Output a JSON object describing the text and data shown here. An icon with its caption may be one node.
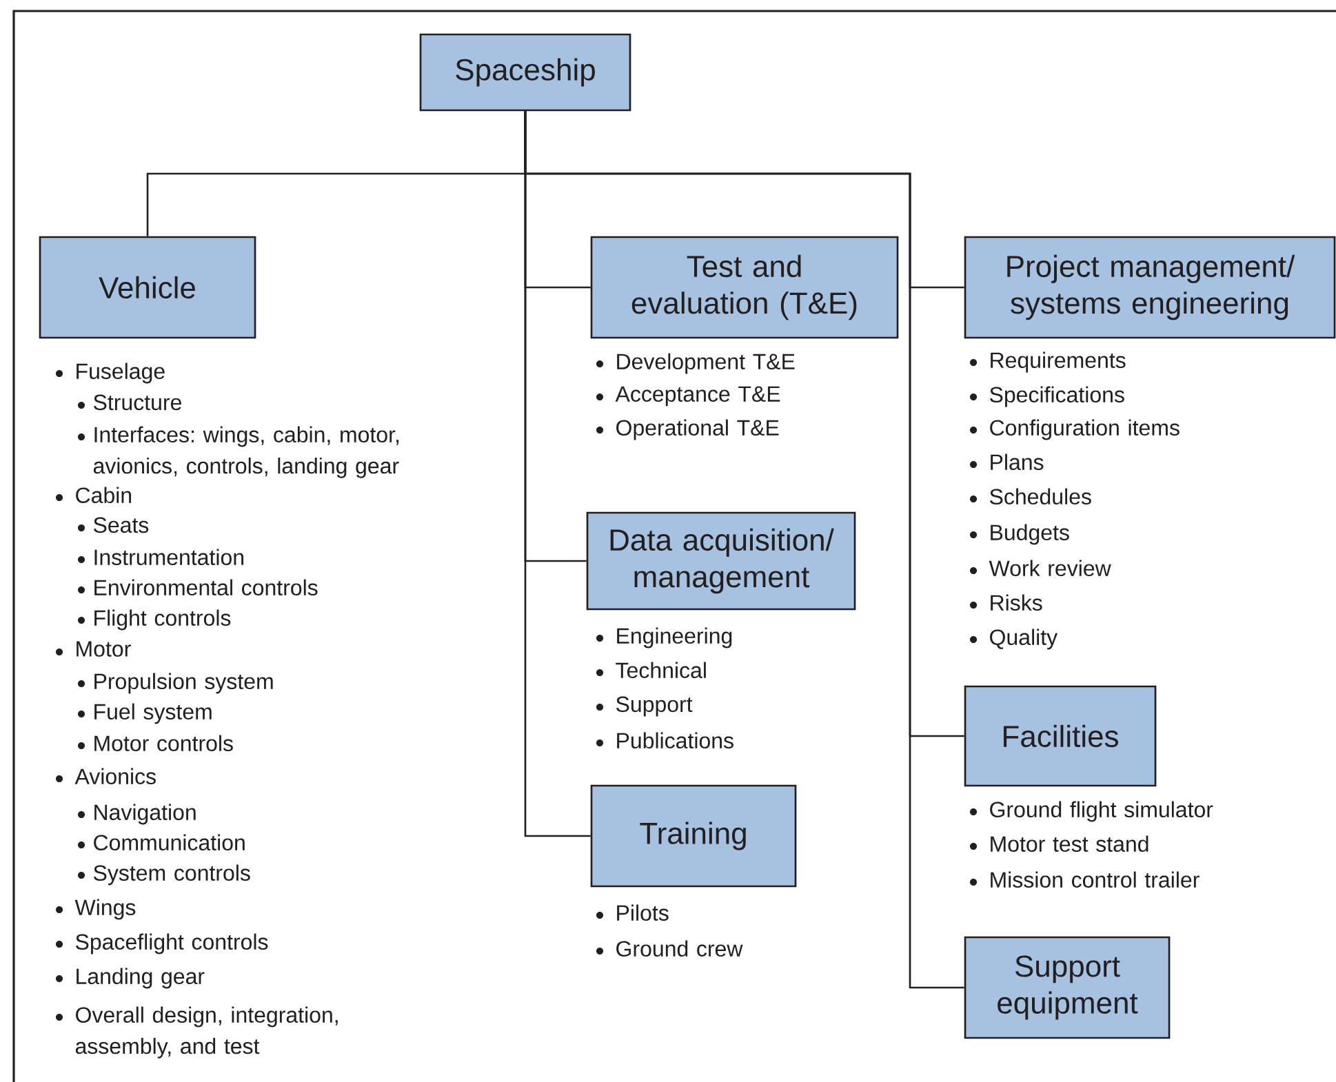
{
  "diagram": {
    "nodes": [
      {
        "text": [
          "Spaceship"
        ]
      },
      {
        "text": [
          "Vehicle"
        ],
        "beside": [
          "Fuselage",
          "Structure",
          "Interfaces: wings, cabin, motor, avionics, controls, landing gear",
          "Cabin",
          "Seats",
          "Instrumentation",
          "Environmental controls",
          "Flight controls",
          "Motor",
          "Propulsion system",
          "Fuel system",
          "Motor controls",
          "Avionics",
          "Navigation",
          "Communication",
          "System controls",
          "Wings",
          "Spaceflight controls",
          "Landing gear",
          "Overall design, integration, assembly, and test"
        ]
      },
      {
        "text": [
          "Test and evaluation (T&E)"
        ],
        "beside": [
          "Development T&E",
          "Acceptance T&E",
          "Operational T&E"
        ]
      },
      {
        "text": [
          "Data acquisition/ management"
        ],
        "beside": [
          "Engineering",
          "Technical",
          "Support",
          "Publications"
        ]
      },
      {
        "text": [
          "Training"
        ],
        "beside": [
          "Pilots",
          "Ground crew"
        ]
      },
      {
        "text": [
          "Project management/ systems engineering"
        ],
        "beside": [
          "Requirements",
          "Specifications",
          "Configuration items",
          "Plans",
          "Schedules",
          "Budgets",
          "Work review",
          "Risks",
          "Quality"
        ]
      },
      {
        "text": [
          "Facilities"
        ],
        "beside": [
          "Ground flight simulator",
          "Motor test stand",
          "Mission control trailer"
        ]
      },
      {
        "text": [
          "Support equipment"
        ]
      }
    ],
    "edges": [
      {
        "from": 0,
        "to": 1,
        "arrow": "none"
      },
      {
        "from": 0,
        "to": 2,
        "arrow": "none"
      },
      {
        "from": 0,
        "to": 3,
        "arrow": "none"
      },
      {
        "from": 0,
        "to": 4,
        "arrow": "none"
      },
      {
        "from": 0,
        "to": 5,
        "arrow": "none"
      },
      {
        "from": 0,
        "to": 6,
        "arrow": "none"
      },
      {
        "from": 0,
        "to": 7,
        "arrow": "none"
      }
    ]
  }
}
